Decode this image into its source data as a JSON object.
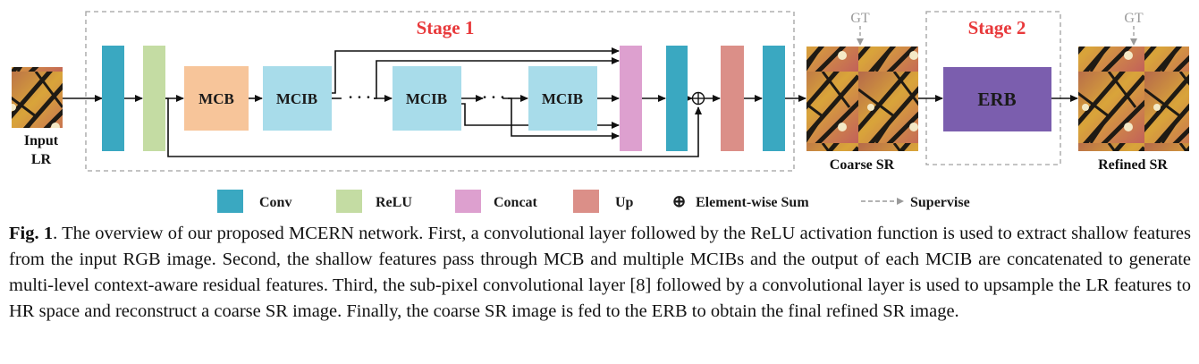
{
  "stages": {
    "stage1": "Stage 1",
    "stage2": "Stage 2"
  },
  "labels": {
    "input_line1": "Input",
    "input_line2": "LR",
    "coarse": "Coarse SR",
    "refined": "Refined SR",
    "gt": "GT"
  },
  "blocks": {
    "mcb": "MCB",
    "mcib": "MCIB",
    "erb": "ERB",
    "dots": "· · ·"
  },
  "legend": {
    "conv": "Conv",
    "relu": "ReLU",
    "concat": "Concat",
    "up": "Up",
    "sum_symbol": "⊕",
    "sum": "Element-wise Sum",
    "supervise": "Supervise"
  },
  "colors": {
    "conv": "#3aa8c1",
    "relu": "#c4dca3",
    "concat": "#dda0cf",
    "up": "#db8f88",
    "mcb": "#f7c59a",
    "mcib": "#a8dcea",
    "erb": "#7b5eae",
    "stage_label": "#e8393b",
    "dashed_border": "#a0a0a0"
  },
  "caption": {
    "label": "Fig. 1",
    "text": ". The overview of our proposed MCERN network. First, a convolutional layer followed by the ReLU activation function is used to extract shallow features from the input RGB image. Second, the shallow features pass through MCB and multiple MCIBs and the output of each MCIB are concatenated to generate multi-level context-aware residual features. Third, the sub-pixel convolutional layer [8] followed by a convolutional layer is used to upsample the LR features to HR space and reconstruct a coarse SR image. Finally, the coarse SR image is fed to the ERB to obtain the final refined SR image."
  }
}
